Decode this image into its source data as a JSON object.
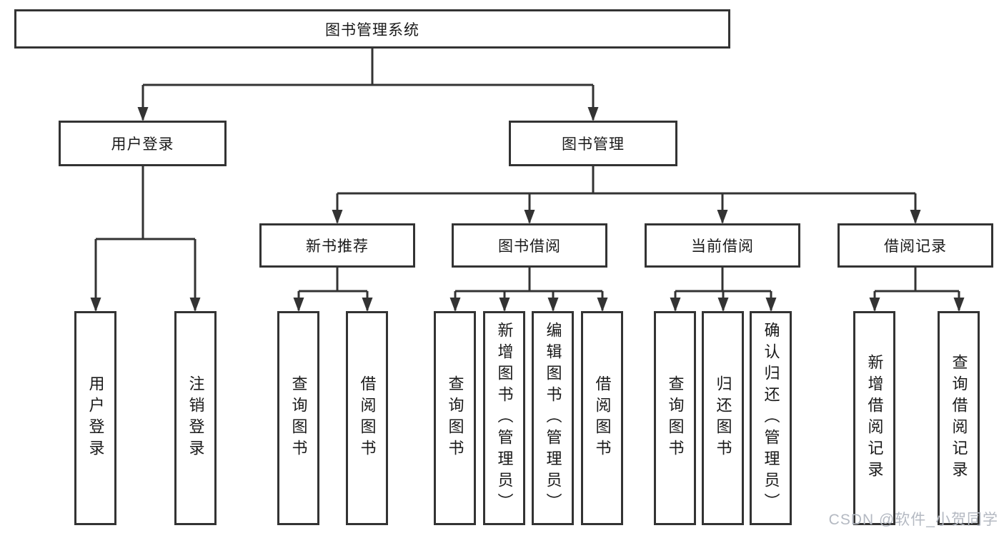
{
  "diagram": {
    "type": "hierarchy-tree",
    "root": "图书管理系统",
    "level2": [
      "用户登录",
      "图书管理"
    ],
    "level3": [
      "新书推荐",
      "图书借阅",
      "当前借阅",
      "借阅记录"
    ],
    "leaves": {
      "user_login": [
        "用户登录",
        "注销登录"
      ],
      "new_book_recommend": [
        "查询图书",
        "借阅图书"
      ],
      "book_borrow": [
        "查询图书",
        "新增图书（管理员）",
        "编辑图书（管理员）",
        "借阅图书"
      ],
      "current_borrow": [
        "查询图书",
        "归还图书",
        "确认归还（管理员）"
      ],
      "borrow_records": [
        "新增借阅记录",
        "查询借阅记录"
      ]
    },
    "colors": {
      "line": "#333333",
      "text": "#1a1a1a",
      "box_fill": "#ffffff",
      "background": "#ffffff",
      "watermark": "#b4b9c2"
    }
  },
  "watermark": {
    "text": "CSDN @软件_小贺同学"
  }
}
